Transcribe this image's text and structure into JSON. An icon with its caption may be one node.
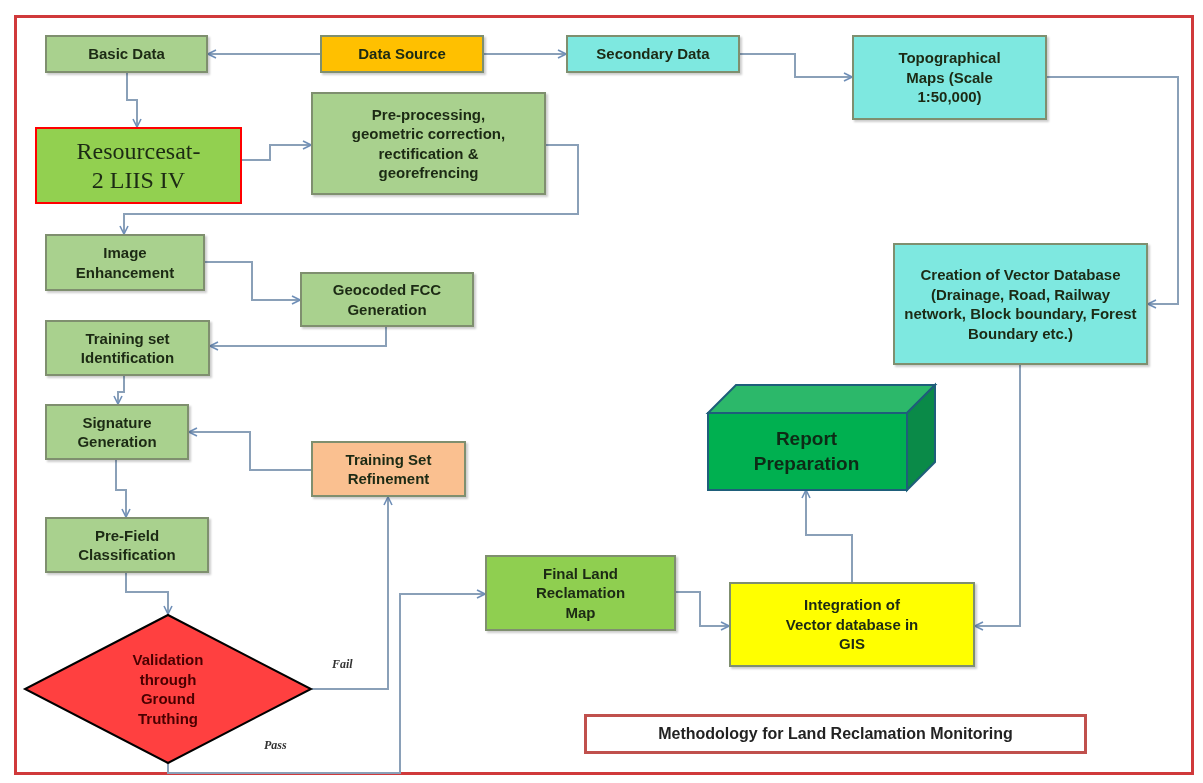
{
  "diagram": {
    "caption": "Methodology for Land Reclamation Monitoring",
    "nodes": [
      {
        "text": [
          "Basic Data"
        ]
      },
      {
        "text": [
          "Data Source"
        ]
      },
      {
        "text": [
          "Secondary Data"
        ]
      },
      {
        "text": [
          "Topographical Maps (Scale 1:50,000)"
        ]
      },
      {
        "text": [
          "Resourcesat-2 LIIS IV"
        ]
      },
      {
        "text": [
          "Pre-processing, geometric correction, rectification & georefrencing"
        ]
      },
      {
        "text": [
          "Image Enhancement"
        ]
      },
      {
        "text": [
          "Geocoded FCC Generation"
        ]
      },
      {
        "text": [
          "Training set Identification"
        ]
      },
      {
        "text": [
          "Creation of Vector Database (Drainage, Road, Railway network, Block boundary, Forest Boundary etc.)"
        ]
      },
      {
        "text": [
          "Report Preparation"
        ]
      },
      {
        "text": [
          "Signature Generation"
        ]
      },
      {
        "text": [
          "Training Set Refinement"
        ]
      },
      {
        "text": [
          "Pre-Field Classification"
        ]
      },
      {
        "text": [
          "Final Land Reclamation Map"
        ]
      },
      {
        "text": [
          "Integration of Vector database in GIS"
        ]
      },
      {
        "text": [
          "Validation through Ground Truthing"
        ]
      }
    ],
    "edges": [
      {
        "from": 1,
        "to": 0,
        "arrow": "to"
      },
      {
        "from": 1,
        "to": 2,
        "arrow": "to"
      },
      {
        "from": 2,
        "to": 3,
        "arrow": "to"
      },
      {
        "from": 0,
        "to": 4,
        "arrow": "to"
      },
      {
        "from": 4,
        "to": 5,
        "arrow": "to"
      },
      {
        "from": 5,
        "to": 6,
        "arrow": "to"
      },
      {
        "from": 6,
        "to": 7,
        "arrow": "to"
      },
      {
        "from": 7,
        "to": 8,
        "arrow": "to"
      },
      {
        "from": 8,
        "to": 11,
        "arrow": "to"
      },
      {
        "from": 11,
        "to": 13,
        "arrow": "to"
      },
      {
        "from": 13,
        "to": 16,
        "arrow": "to"
      },
      {
        "from": 16,
        "to": 12,
        "arrow": "to",
        "label": "Fail"
      },
      {
        "from": 12,
        "to": 11,
        "arrow": "to"
      },
      {
        "from": 16,
        "to": 14,
        "arrow": "to",
        "label": "Pass"
      },
      {
        "from": 14,
        "to": 15,
        "arrow": "to"
      },
      {
        "from": 3,
        "to": 9,
        "arrow": "to"
      },
      {
        "from": 9,
        "to": 15,
        "arrow": "to"
      },
      {
        "from": 15,
        "to": 10,
        "arrow": "to"
      }
    ]
  }
}
